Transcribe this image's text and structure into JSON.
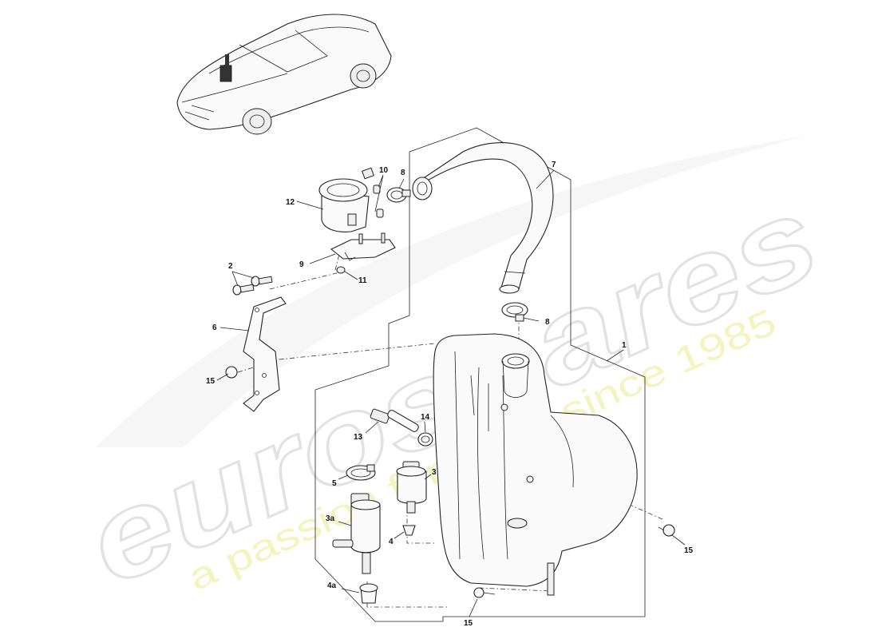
{
  "watermark": {
    "brand": "eurospares",
    "tagline": "a passion for parts since 1985"
  },
  "callouts": {
    "c1": "1",
    "c2": "2",
    "c3": "3",
    "c3a": "3a",
    "c4": "4",
    "c4a": "4a",
    "c5": "5",
    "c6": "6",
    "c7": "7",
    "c8_top": "8",
    "c8_mid": "8",
    "c9": "9",
    "c10": "10",
    "c11": "11",
    "c12": "12",
    "c13": "13",
    "c14": "14",
    "c15_left": "15",
    "c15_right": "15",
    "c15_bottom": "15"
  }
}
